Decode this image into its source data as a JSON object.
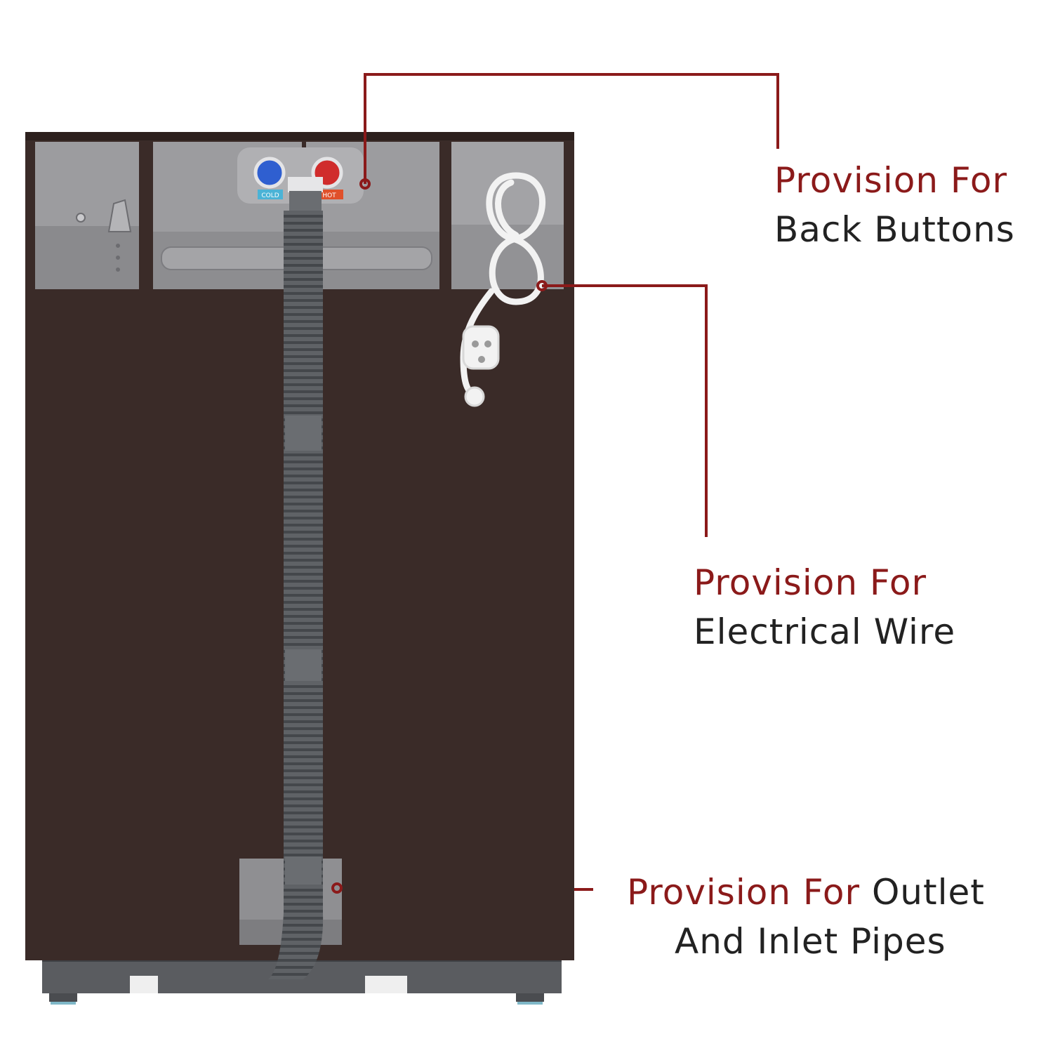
{
  "colors": {
    "cover": "#3a2b28",
    "cover_edge": "#2c201d",
    "panel": "#9c9c9f",
    "panel_dark": "#8a8a8d",
    "hose": "#5f6266",
    "hose_rib": "#44474b",
    "accent": "#8b1a1a",
    "text": "#222222",
    "cold": "#2f5fd0",
    "hot": "#d02c2c"
  },
  "machine": {
    "cold_label": "COLD",
    "hot_label": "HOT"
  },
  "callouts": [
    {
      "accent": "Provision For",
      "line1_rest": "",
      "line2": "Back Buttons"
    },
    {
      "accent": "Provision For",
      "line1_rest": "",
      "line2": "Electrical Wire"
    },
    {
      "accent": "Provision For",
      "line1_rest": " Outlet",
      "line2": "And Inlet Pipes"
    }
  ]
}
